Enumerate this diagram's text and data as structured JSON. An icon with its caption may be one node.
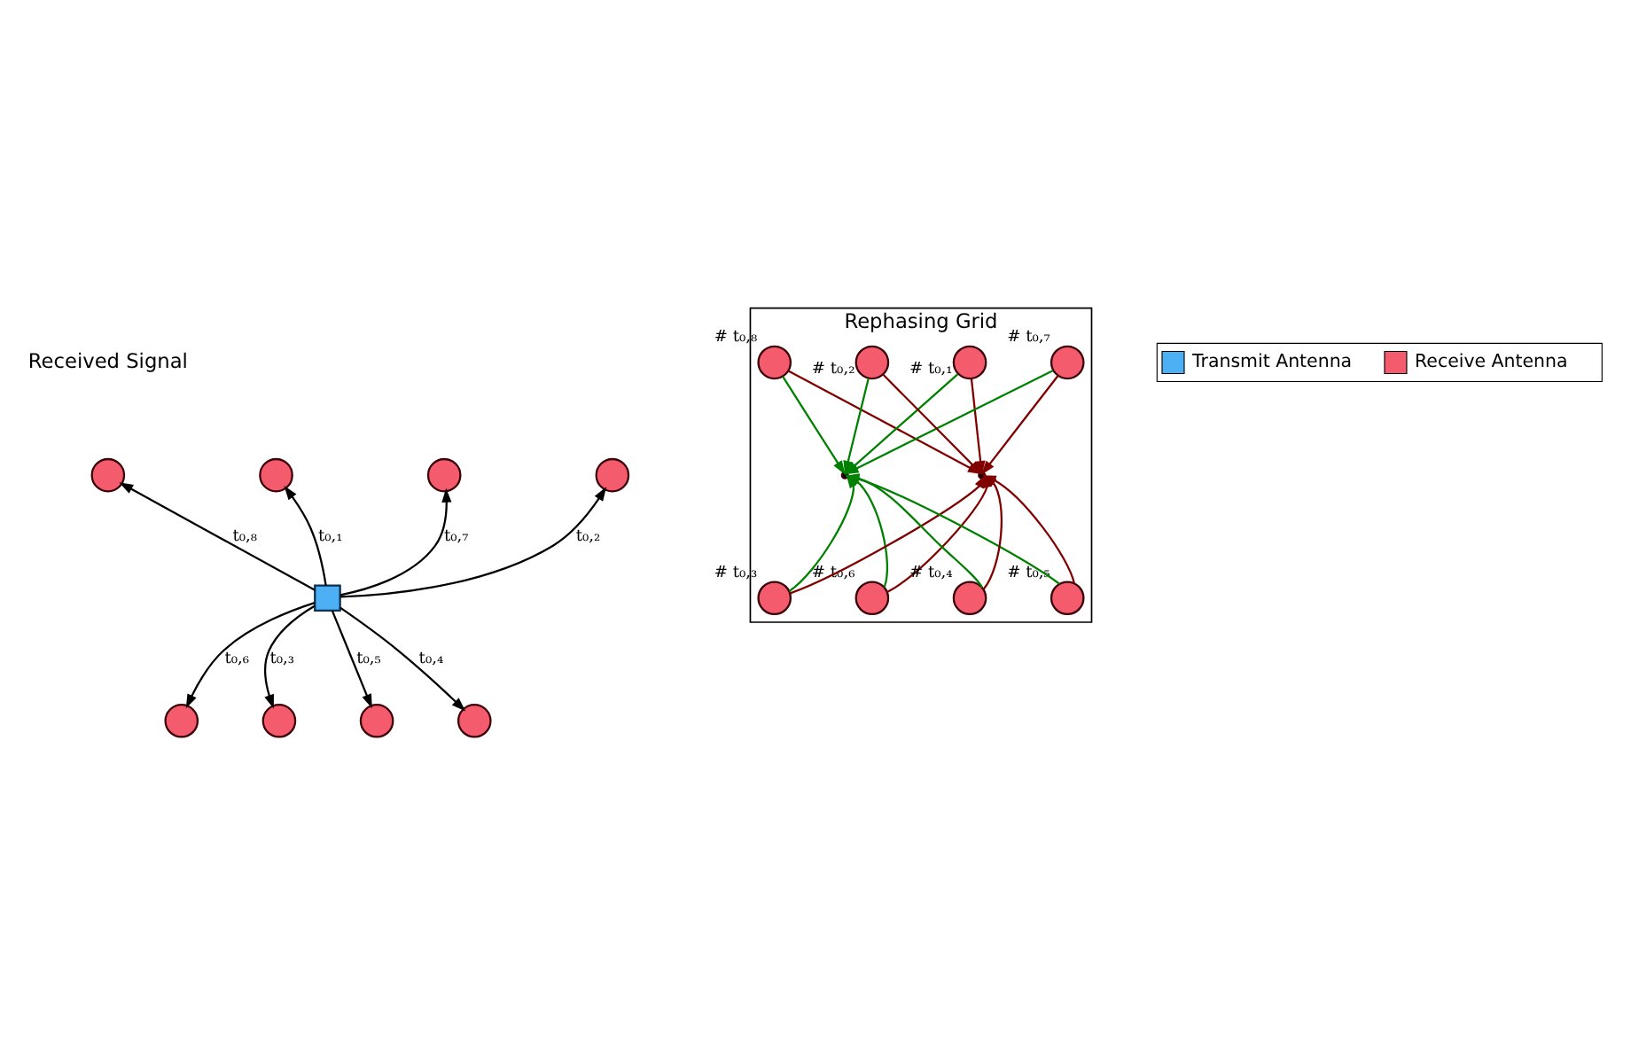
{
  "diagram": {
    "nodes": [
      {
        "text": [],
        "shape": "box"
      },
      {
        "text": [],
        "shape": "circle"
      },
      {
        "text": [],
        "shape": "circle"
      },
      {
        "text": [],
        "shape": "circle"
      },
      {
        "text": [],
        "shape": "circle"
      },
      {
        "text": [],
        "shape": "circle"
      },
      {
        "text": [],
        "shape": "circle"
      },
      {
        "text": [],
        "shape": "circle"
      },
      {
        "text": [],
        "shape": "circle"
      },
      {
        "text": [
          "Rephasing Grid"
        ]
      },
      {
        "text": [],
        "shape": "circle",
        "in": 9,
        "beside": [
          "# t₀,₈"
        ]
      },
      {
        "text": [],
        "shape": "circle",
        "in": 9,
        "beside": [
          "# t₀,₁"
        ]
      },
      {
        "text": [],
        "shape": "circle",
        "in": 9,
        "beside": [
          "# t₀,₇"
        ]
      },
      {
        "text": [],
        "shape": "circle",
        "in": 9,
        "beside": [
          "# t₀,₂"
        ]
      },
      {
        "text": [],
        "shape": "circle",
        "in": 9,
        "beside": [
          "# t₀,₆"
        ]
      },
      {
        "text": [],
        "shape": "circle",
        "in": 9,
        "beside": [
          "# t₀,₃"
        ]
      },
      {
        "text": [],
        "shape": "circle",
        "in": 9,
        "beside": [
          "# t₀,₅"
        ]
      },
      {
        "text": [],
        "shape": "circle",
        "in": 9,
        "beside": [
          "# t₀,₄"
        ]
      },
      {
        "text": [],
        "shape": "circle",
        "in": 9
      },
      {
        "text": [],
        "shape": "circle",
        "in": 9
      }
    ],
    "edges": [
      {
        "from": 0,
        "to": 2,
        "arrow": "to",
        "label": "t₀,₁"
      },
      {
        "from": 0,
        "to": 4,
        "arrow": "to",
        "label": "t₀,₂"
      },
      {
        "from": 0,
        "to": 6,
        "arrow": "to",
        "label": "t₀,₃"
      },
      {
        "from": 0,
        "to": 8,
        "arrow": "to",
        "label": "t₀,₄"
      },
      {
        "from": 0,
        "to": 7,
        "arrow": "to",
        "label": "t₀,₅"
      },
      {
        "from": 0,
        "to": 5,
        "arrow": "to",
        "label": "t₀,₆"
      },
      {
        "from": 0,
        "to": 3,
        "arrow": "to",
        "label": "t₀,₇"
      },
      {
        "from": 0,
        "to": 1,
        "arrow": "to",
        "label": "t₀,₈"
      },
      {
        "from": 10,
        "to": 18,
        "arrow": "to",
        "color": "#008000"
      },
      {
        "from": 10,
        "to": 19,
        "arrow": "to",
        "color": "#800000"
      },
      {
        "from": 11,
        "to": 18,
        "arrow": "to",
        "color": "#008000"
      },
      {
        "from": 11,
        "to": 19,
        "arrow": "to",
        "color": "#800000"
      },
      {
        "from": 12,
        "to": 18,
        "arrow": "to",
        "color": "#008000"
      },
      {
        "from": 12,
        "to": 19,
        "arrow": "to",
        "color": "#800000"
      },
      {
        "from": 13,
        "to": 18,
        "arrow": "to",
        "color": "#008000"
      },
      {
        "from": 13,
        "to": 19,
        "arrow": "to",
        "color": "#800000"
      },
      {
        "from": 14,
        "to": 18,
        "arrow": "to",
        "color": "#008000"
      },
      {
        "from": 14,
        "to": 19,
        "arrow": "to",
        "color": "#800000"
      },
      {
        "from": 15,
        "to": 18,
        "arrow": "to",
        "color": "#008000"
      },
      {
        "from": 15,
        "to": 19,
        "arrow": "to",
        "color": "#800000"
      },
      {
        "from": 16,
        "to": 18,
        "arrow": "to",
        "color": "#008000"
      },
      {
        "from": 16,
        "to": 19,
        "arrow": "to",
        "color": "#800000"
      },
      {
        "from": 17,
        "to": 18,
        "arrow": "to",
        "color": "#008000"
      },
      {
        "from": 17,
        "to": 19,
        "arrow": "to",
        "color": "#800000"
      }
    ],
    "labels": [
      "Received Signal"
    ],
    "legend": [
      {
        "text": "Transmit Antenna",
        "color": "#4db0f5"
      },
      {
        "text": "Receive Antenna",
        "color": "#f45b6c"
      }
    ]
  }
}
